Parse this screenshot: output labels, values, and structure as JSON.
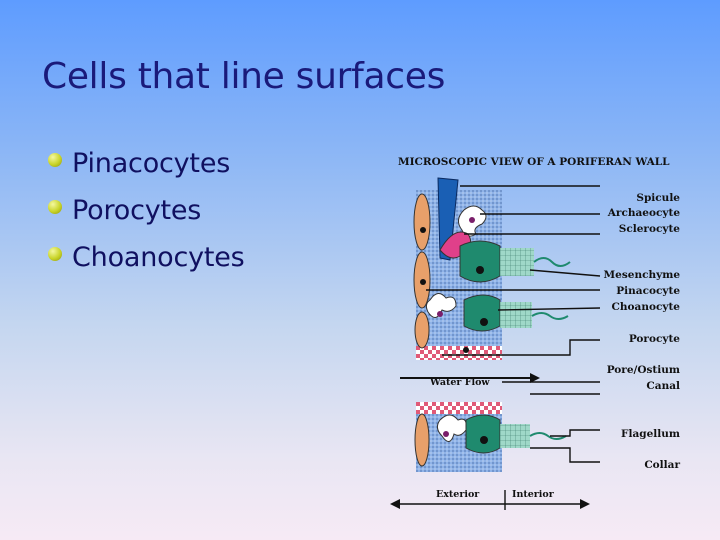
{
  "slide": {
    "title": "Cells that line surfaces",
    "bullets": [
      "Pinacocytes",
      "Porocytes",
      "Choanocytes"
    ]
  },
  "diagram": {
    "title": "MICROSCOPIC VIEW OF A PORIFERAN WALL",
    "labels": {
      "spicule": "Spicule",
      "archaeocyte": "Archaeocyte",
      "sclerocyte": "Sclerocyte",
      "mesenchyme": "Mesenchyme",
      "pinacocyte": "Pinacocyte",
      "choanocyte": "Choanocyte",
      "porocyte": "Porocyte",
      "pore_ostium": "Pore/Ostium",
      "canal": "Canal",
      "flagellum": "Flagellum",
      "collar": "Collar"
    },
    "water_flow": "Water Flow",
    "exterior": "Exterior",
    "interior": "Interior"
  },
  "colors": {
    "title_text": "#1a1a7a",
    "bullet_text": "#101060",
    "choanocyte": "#1f8a6e",
    "pinacocyte": "#e8a06a",
    "porocyte_pink": "#e0408a",
    "mesenchyme": "#8fb3e8",
    "spicule": "#1a5fb4"
  }
}
